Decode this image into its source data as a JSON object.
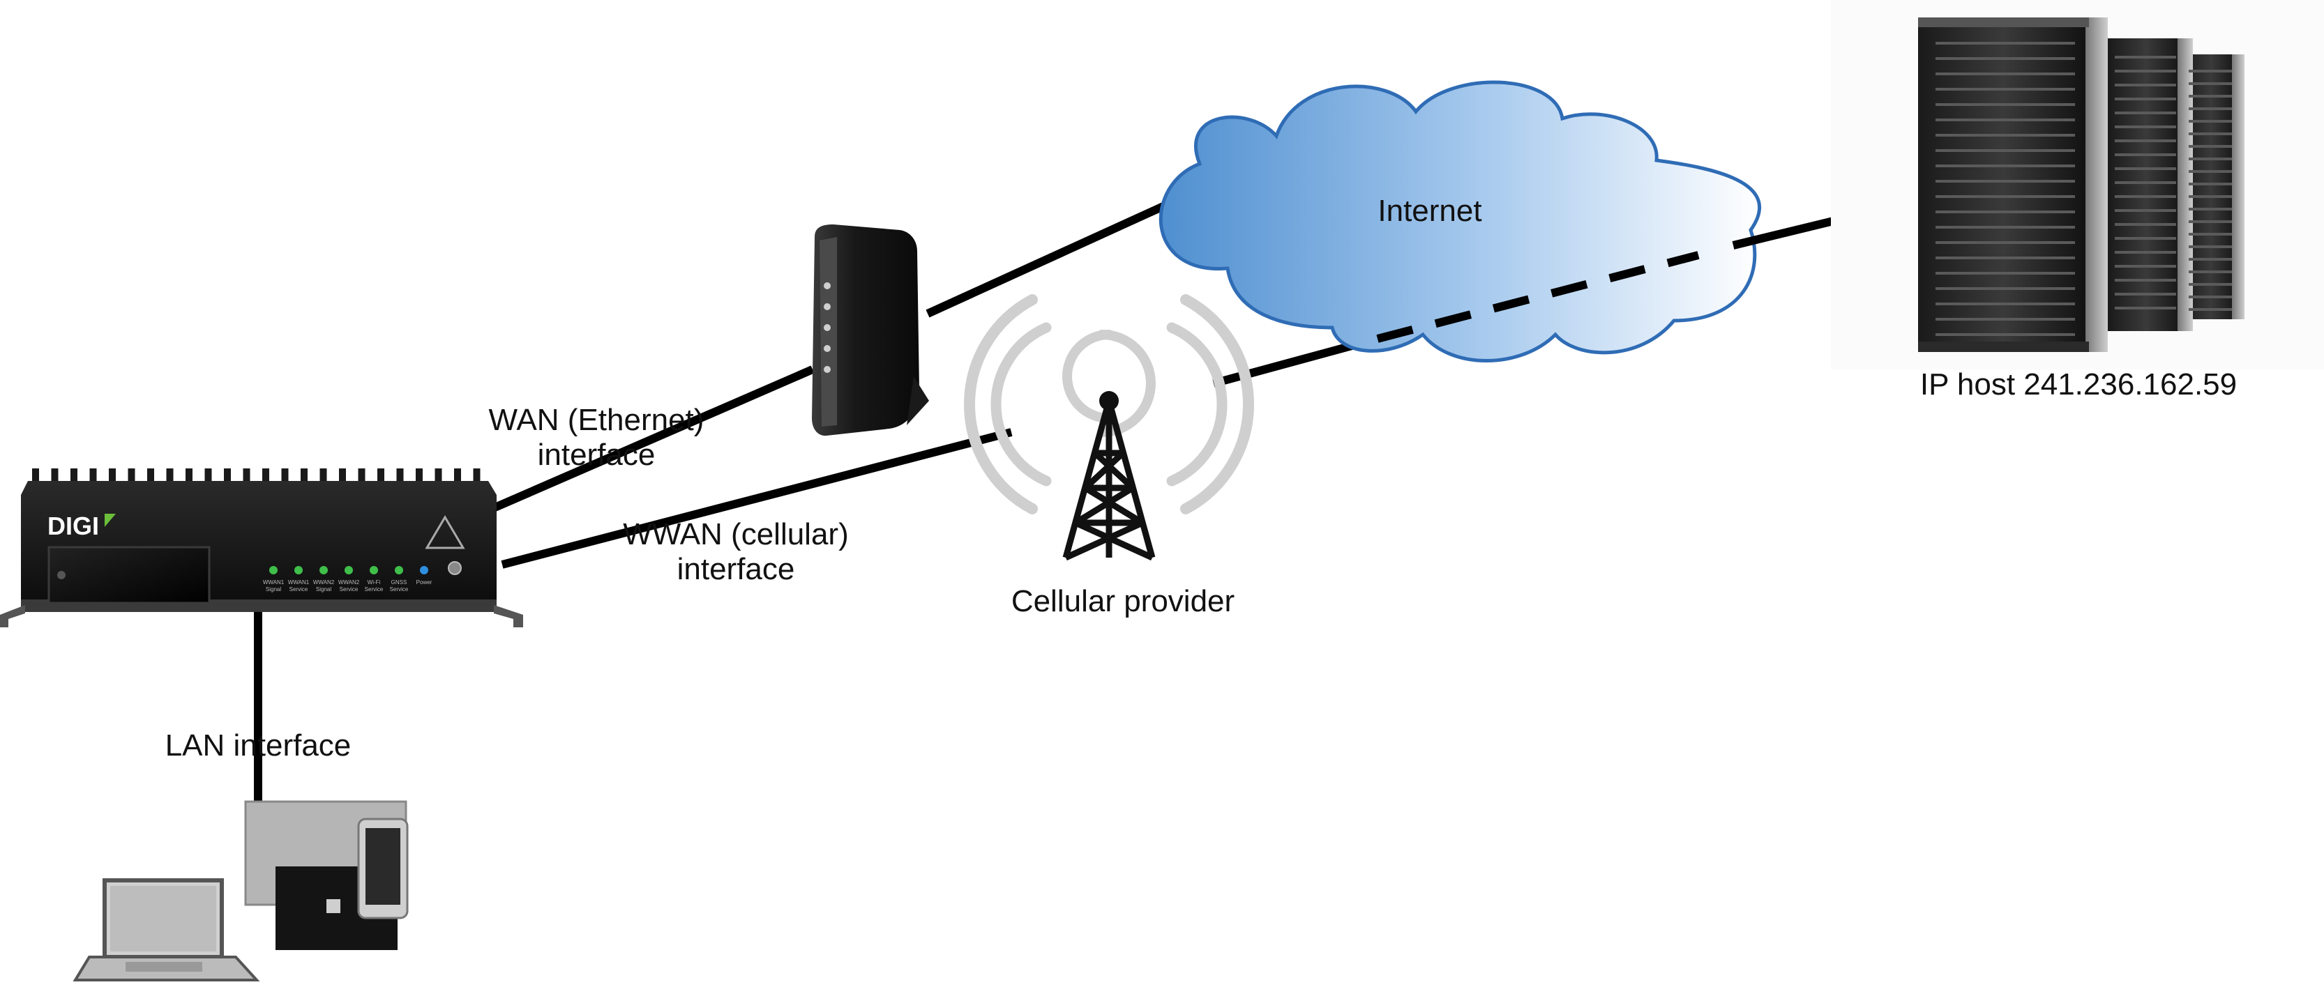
{
  "diagram": {
    "router_brand": "DIGI",
    "router_leds": [
      {
        "line1": "WWAN1",
        "line2": "Signal",
        "color": "#3fbf4a"
      },
      {
        "line1": "WWAN1",
        "line2": "Service",
        "color": "#3fbf4a"
      },
      {
        "line1": "WWAN2",
        "line2": "Signal",
        "color": "#3fbf4a"
      },
      {
        "line1": "WWAN2",
        "line2": "Service",
        "color": "#3fbf4a"
      },
      {
        "line1": "Wi-Fi",
        "line2": "Service",
        "color": "#3fbf4a"
      },
      {
        "line1": "GNSS",
        "line2": "Service",
        "color": "#3fbf4a"
      },
      {
        "line1": "Power",
        "line2": "",
        "color": "#2f8fdf"
      }
    ],
    "labels": {
      "wan_line1": "WAN (Ethernet)",
      "wan_line2": "interface",
      "wwan_line1": "WWAN (cellular)",
      "wwan_line2": "interface",
      "lan": "LAN interface",
      "cellular": "Cellular provider",
      "internet": "Internet",
      "ip_host": "IP host 241.236.162.59"
    },
    "colors": {
      "link_line": "#000000",
      "cloud_dark": "#4f8fd0",
      "cloud_light": "#ffffff",
      "tower_waves": "#cfcfcf"
    }
  }
}
